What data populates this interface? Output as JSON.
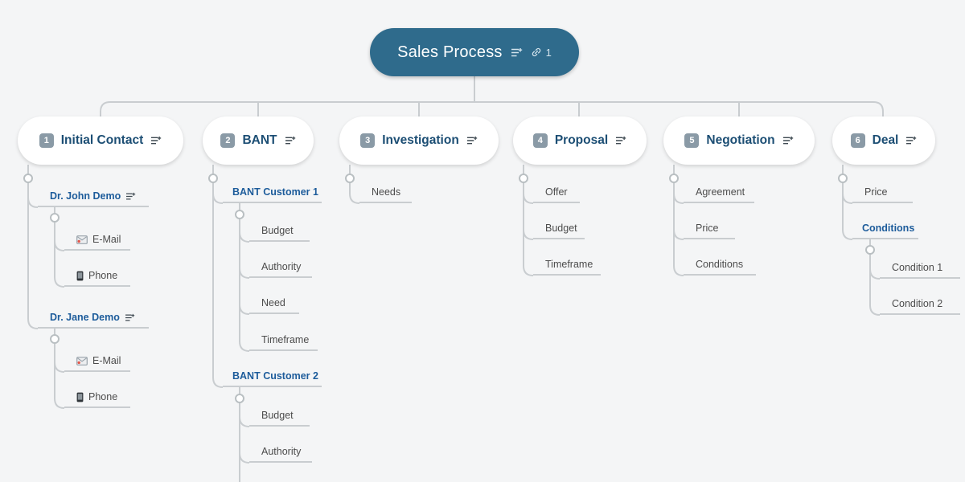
{
  "colors": {
    "background": "#f4f5f6",
    "root_fill": "#2f6b8c",
    "branch_text": "#1c4e74",
    "link_text": "#1d5c9b",
    "leaf_text": "#4c4c4c",
    "connector": "#c9cdd0",
    "badge_fill": "#8a9aa6"
  },
  "root": {
    "label": "Sales Process",
    "link_count": "1"
  },
  "branches": [
    {
      "badge": "1",
      "label": "Initial Contact",
      "children": [
        {
          "label": "Dr. John Demo",
          "children": [
            {
              "label": "E-Mail"
            },
            {
              "label": "Phone"
            }
          ]
        },
        {
          "label": "Dr. Jane Demo",
          "children": [
            {
              "label": "E-Mail"
            },
            {
              "label": "Phone"
            }
          ]
        }
      ]
    },
    {
      "badge": "2",
      "label": "BANT",
      "children": [
        {
          "label": "BANT Customer 1",
          "children": [
            {
              "label": "Budget"
            },
            {
              "label": "Authority"
            },
            {
              "label": "Need"
            },
            {
              "label": "Timeframe"
            }
          ]
        },
        {
          "label": "BANT Customer 2",
          "children": [
            {
              "label": "Budget"
            },
            {
              "label": "Authority"
            }
          ]
        }
      ]
    },
    {
      "badge": "3",
      "label": "Investigation",
      "children": [
        {
          "label": "Needs"
        }
      ]
    },
    {
      "badge": "4",
      "label": "Proposal",
      "children": [
        {
          "label": "Offer"
        },
        {
          "label": "Budget"
        },
        {
          "label": "Timeframe"
        }
      ]
    },
    {
      "badge": "5",
      "label": "Negotiation",
      "children": [
        {
          "label": "Agreement"
        },
        {
          "label": "Price"
        },
        {
          "label": "Conditions"
        }
      ]
    },
    {
      "badge": "6",
      "label": "Deal",
      "children": [
        {
          "label": "Price"
        },
        {
          "label": "Conditions",
          "children": [
            {
              "label": "Condition 1"
            },
            {
              "label": "Condition 2"
            }
          ]
        }
      ]
    }
  ]
}
